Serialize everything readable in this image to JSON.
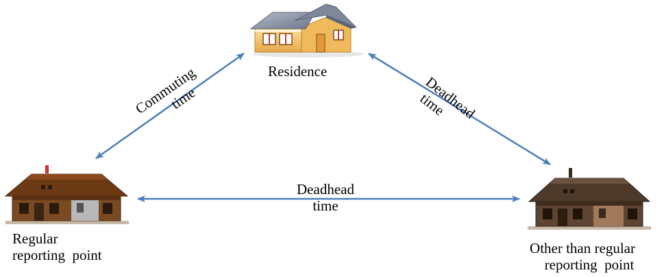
{
  "nodes": {
    "residence": {
      "label": "Residence",
      "icon": "residence-house-icon"
    },
    "regular": {
      "label_line1": "Regular",
      "label_line2": "reporting  point",
      "icon": "station-building-icon"
    },
    "other": {
      "label_line1": "Other than regular",
      "label_line2": "reporting  point",
      "icon": "station-building-icon"
    }
  },
  "edges": {
    "commuting": {
      "line1": "Commuting",
      "line2": "time"
    },
    "deadhead_right": {
      "line1": "Deadhead",
      "line2": "time"
    },
    "deadhead_bottom": {
      "line1": "Deadhead",
      "line2": "time"
    }
  },
  "colors": {
    "arrow": "#4a7ebb",
    "residence_wall": "#f3c46a",
    "residence_roof": "#8a94a6",
    "station_roof": "#6b3a14",
    "station_wall": "#8a5a2b"
  }
}
